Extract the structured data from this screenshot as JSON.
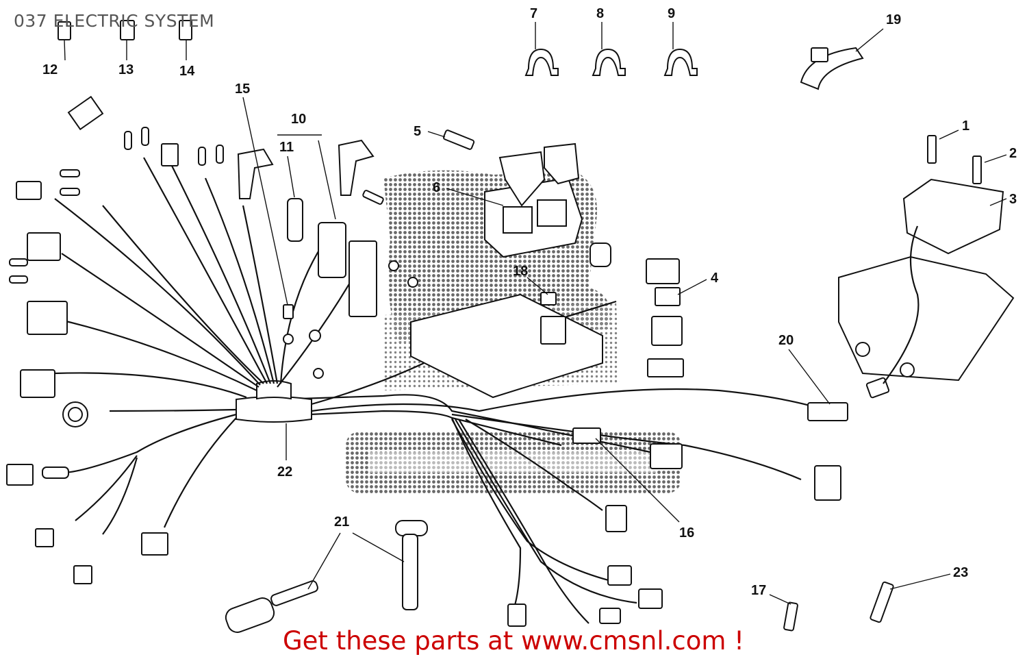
{
  "title": "037 ELECTRIC SYSTEM",
  "promo": "Get these parts at www.cmsnl.com !",
  "callouts": {
    "c1": "1",
    "c2": "2",
    "c3": "3",
    "c4": "4",
    "c5": "5",
    "c6": "6",
    "c7": "7",
    "c8": "8",
    "c9": "9",
    "c10": "10",
    "c11": "11",
    "c12": "12",
    "c13": "13",
    "c14": "14",
    "c15": "15",
    "c16": "16",
    "c17": "17",
    "c18": "18",
    "c19": "19",
    "c20": "20",
    "c21": "21",
    "c22": "22",
    "c23": "23"
  }
}
